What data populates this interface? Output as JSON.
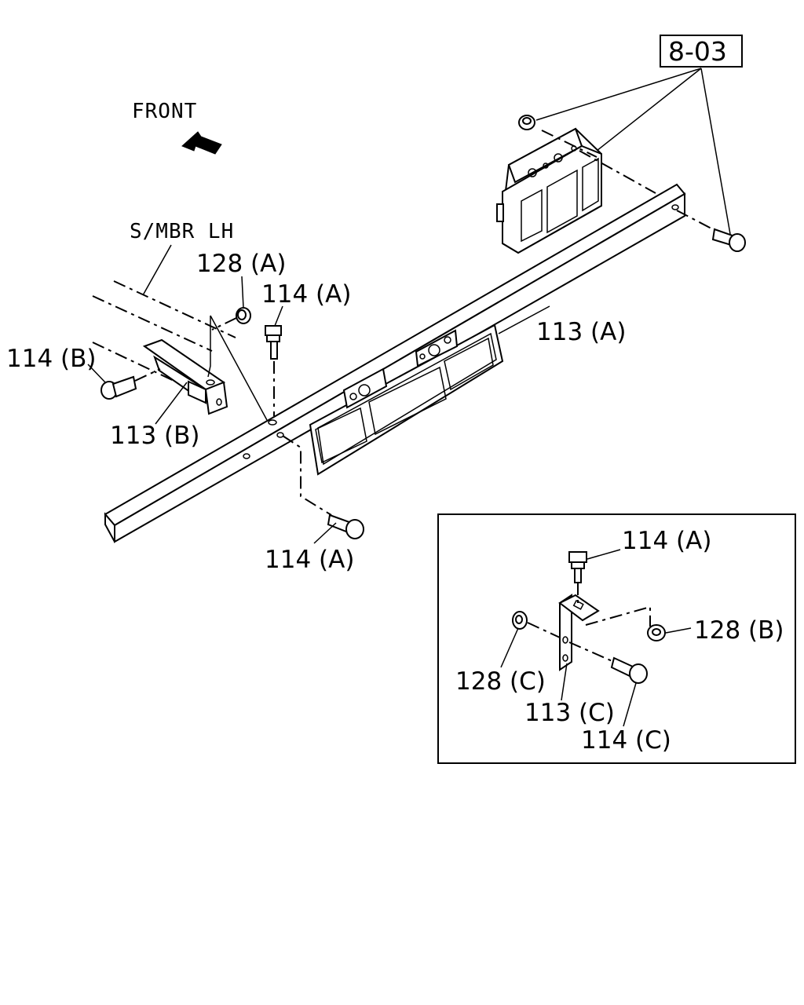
{
  "reference": "8-03",
  "front_label": "FRONT",
  "side_member_label": "S/MBR  LH",
  "labels": {
    "p128a": "128 (A)",
    "p114a_top": "114 (A)",
    "p113a": "113 (A)",
    "p114b": "114 (B)",
    "p113b": "113 (B)",
    "p114a_bottom": "114 (A)"
  },
  "inset": {
    "p114a": "114 (A)",
    "p128b": "128 (B)",
    "p128c": "128 (C)",
    "p113c": "113 (C)",
    "p114c": "114 (C)"
  }
}
